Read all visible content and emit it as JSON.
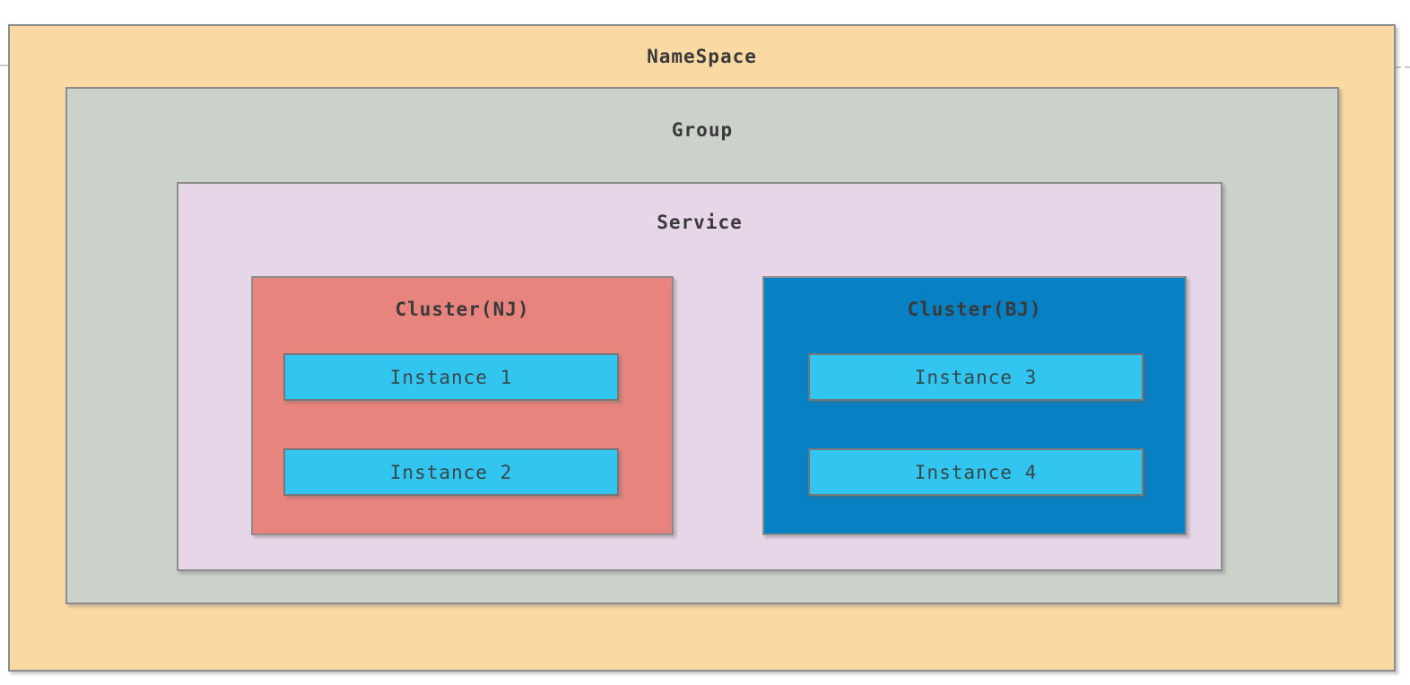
{
  "diagram": {
    "namespace": {
      "label": "NameSpace",
      "fill": "#fbd9a3"
    },
    "group": {
      "label": "Group",
      "fill": "#cad2c9"
    },
    "service": {
      "label": "Service",
      "fill": "#e7d5e8"
    },
    "clusters": [
      {
        "label": "Cluster(NJ)",
        "fill": "#e8847e",
        "instances": [
          {
            "label": "Instance 1"
          },
          {
            "label": "Instance 2"
          }
        ]
      },
      {
        "label": "Cluster(BJ)",
        "fill": "#0781c4",
        "instances": [
          {
            "label": "Instance 3"
          },
          {
            "label": "Instance 4"
          }
        ]
      }
    ],
    "instance_fill": "#31c5f0",
    "border_color": "#8c8c8c",
    "text_color": "#3a3a3a"
  }
}
